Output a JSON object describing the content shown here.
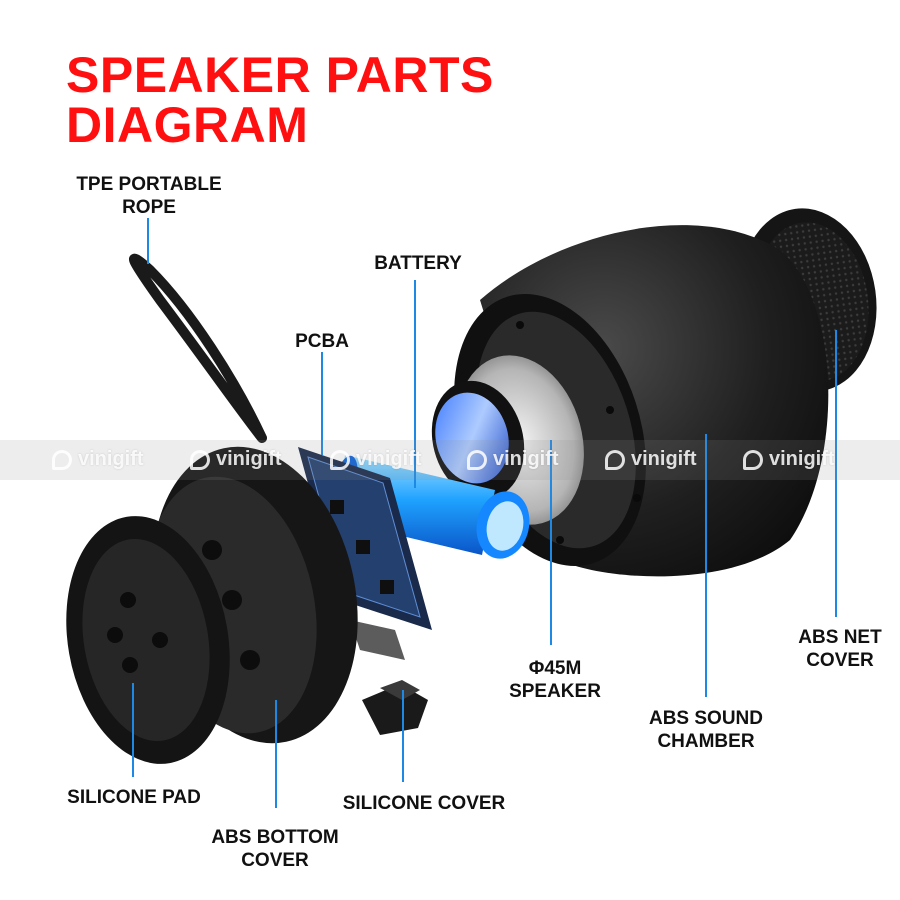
{
  "title_line1": "SPEAKER PARTS",
  "title_line2": "DIAGRAM",
  "labels": {
    "rope": "TPE PORTABLE\nROPE",
    "battery": "BATTERY",
    "pcba": "PCBA",
    "speaker": "Φ45M\nSPEAKER",
    "sound_chamber": "ABS SOUND\nCHAMBER",
    "net_cover": "ABS NET\nCOVER",
    "silicone_pad": "SILICONE PAD",
    "bottom_cover": "ABS BOTTOM\nCOVER",
    "silicone_cover": "SILICONE COVER"
  },
  "watermark": {
    "text": "vinigift"
  },
  "colors": {
    "title": "#ff1010",
    "leader": "#1e88e5",
    "text": "#111111"
  }
}
